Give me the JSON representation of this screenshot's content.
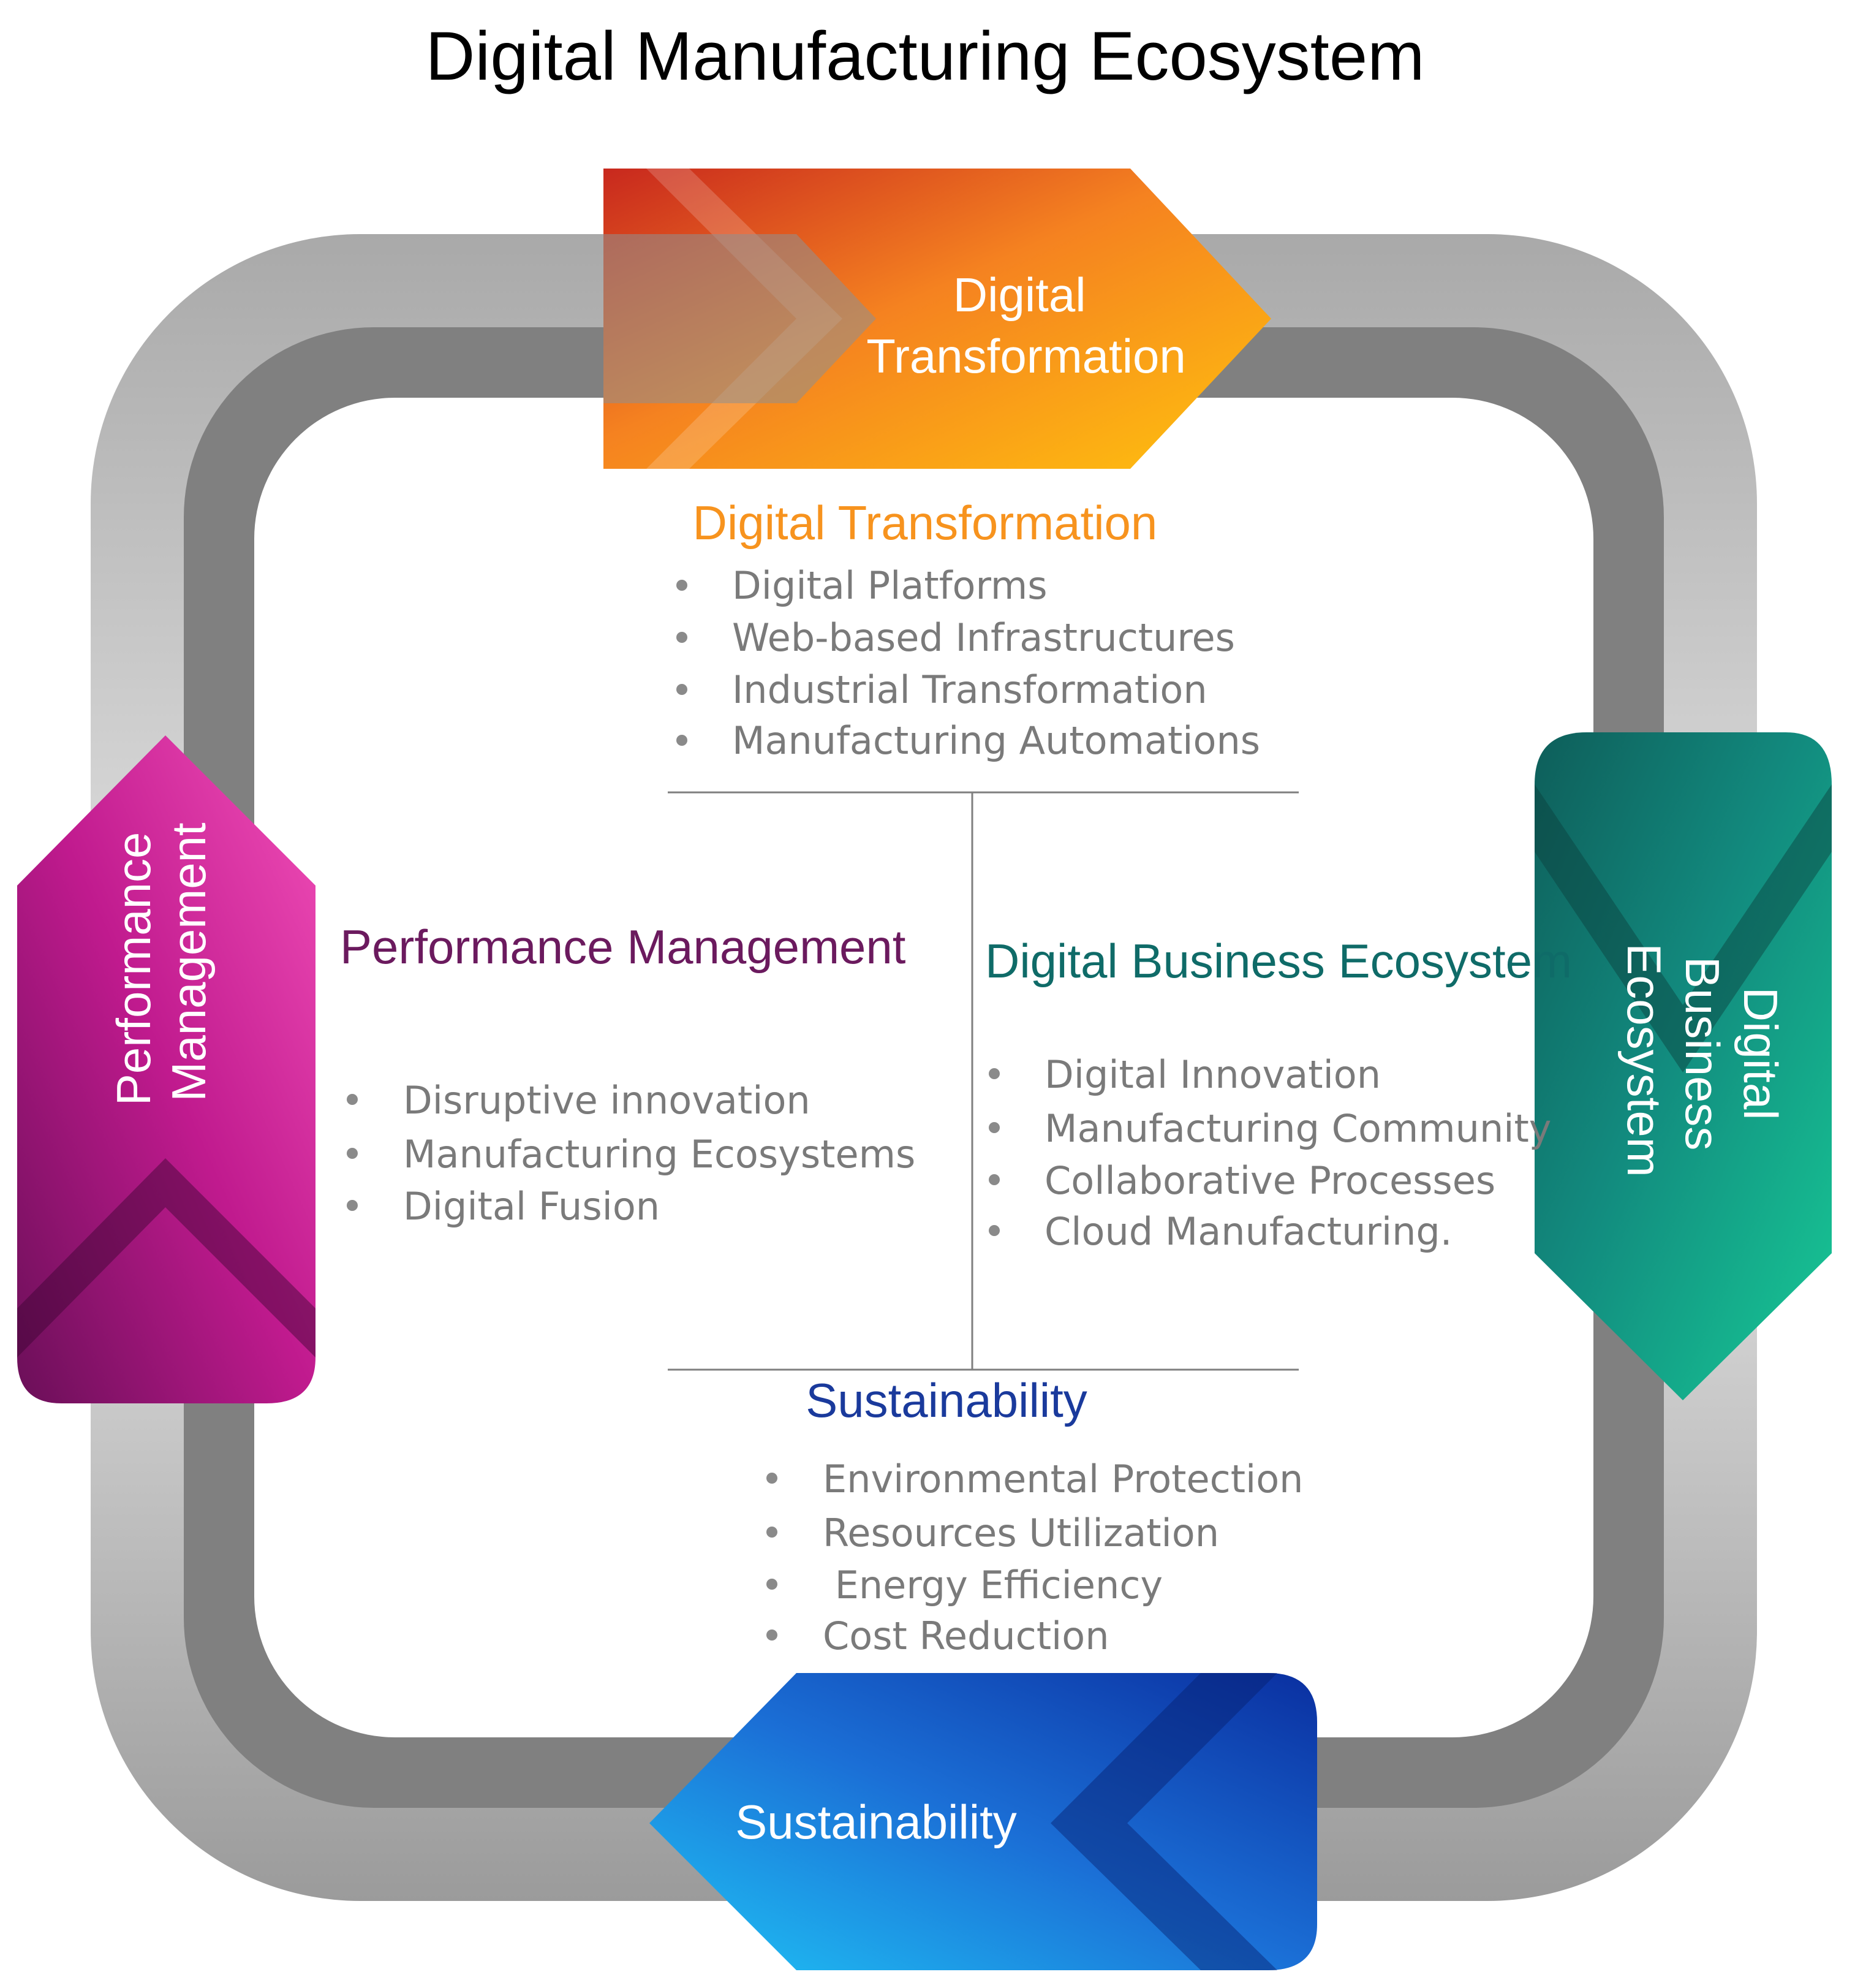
{
  "title": "Digital Manufacturing Ecosystem",
  "badges": {
    "top": {
      "label_lines": [
        "Digital",
        "Transformation"
      ],
      "colors": [
        "#c8281e",
        "#f58220",
        "#ffc20e"
      ]
    },
    "right": {
      "label_lines": [
        "Digital",
        "Business",
        "Ecosystem"
      ],
      "colors": [
        "#0e5e5a",
        "#128a7e",
        "#17c996"
      ]
    },
    "bottom": {
      "label_lines": [
        "Sustainability"
      ],
      "colors": [
        "#0a2fa0",
        "#1b6fd6",
        "#1fc3f5"
      ]
    },
    "left": {
      "label_lines": [
        "Performance",
        "Management"
      ],
      "colors": [
        "#6a0f58",
        "#c01a8e",
        "#f24fb8"
      ]
    }
  },
  "sections": {
    "digital_transformation": {
      "title": "Digital Transformation",
      "color": "#f7931e",
      "items": [
        "Digital Platforms",
        "Web-based Infrastructures",
        "Industrial Transformation",
        "Manufacturing Automations"
      ]
    },
    "performance_management": {
      "title": "Performance Management",
      "color": "#6b1a5e",
      "items": [
        "Disruptive innovation",
        "Manufacturing Ecosystems",
        "Digital Fusion"
      ]
    },
    "digital_business_ecosystem": {
      "title": "Digital Business Ecosystem",
      "color": "#0f6b68",
      "items": [
        "Digital Innovation",
        "Manufacturing Community",
        "Collaborative Processes",
        "Cloud Manufacturing."
      ]
    },
    "sustainability": {
      "title": "Sustainability",
      "color": "#1a3a9c",
      "items": [
        "Environmental Protection",
        "Resources Utilization",
        " Energy Efficiency",
        "Cost Reduction"
      ]
    }
  }
}
